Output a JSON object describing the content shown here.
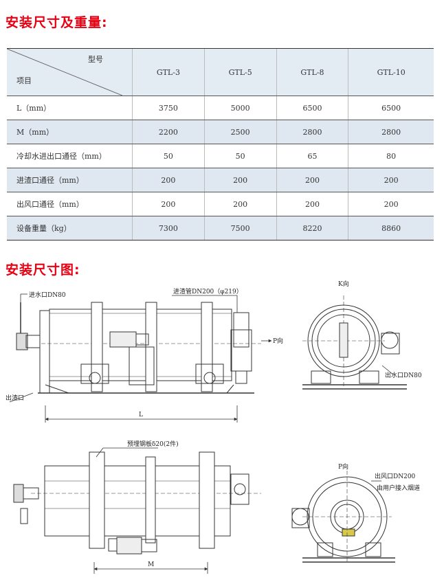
{
  "headings": {
    "spec": "安装尺寸及重量:",
    "drawing": "安装尺寸图:"
  },
  "table": {
    "header_model": "型号",
    "header_item": "项目",
    "models": [
      "GTL-3",
      "GTL-5",
      "GTL-8",
      "GTL-10"
    ],
    "rows": [
      {
        "label": "L（mm）",
        "values": [
          "3750",
          "5000",
          "6500",
          "6500"
        ]
      },
      {
        "label": "M（mm）",
        "values": [
          "2200",
          "2500",
          "2800",
          "2800"
        ]
      },
      {
        "label": "冷却水进出口通径（mm）",
        "values": [
          "50",
          "50",
          "65",
          "80"
        ]
      },
      {
        "label": "进渣口通径（mm）",
        "values": [
          "200",
          "200",
          "200",
          "200"
        ]
      },
      {
        "label": "出风口通径（mm）",
        "values": [
          "200",
          "200",
          "200",
          "200"
        ]
      },
      {
        "label": "设备重量（kg）",
        "values": [
          "7300",
          "7500",
          "8220",
          "8860"
        ]
      }
    ]
  },
  "drawing_labels": {
    "water_inlet": "进水口DN80",
    "slag_inlet_pipe": "进渣管DN200（φ219）",
    "view_k": "K向",
    "view_p_arrow": "P向",
    "slag_outlet": "出渣口",
    "water_outlet": "出水口DN80",
    "dim_l": "L",
    "embedded_plate": "预埋钢板δ20(2件)",
    "view_p": "P向",
    "air_outlet": "出风口DN200",
    "user_note": "由用户接入烟道",
    "dim_m": "M"
  },
  "colors": {
    "heading_red": "#e60012",
    "table_shade": "#dfe7f0"
  }
}
